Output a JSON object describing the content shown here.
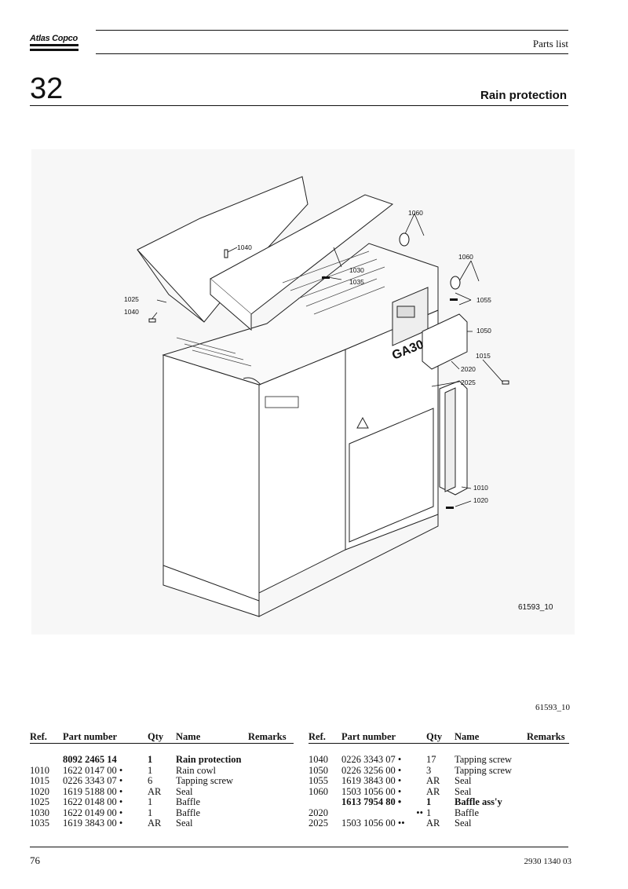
{
  "header": {
    "brand": "Atlas Copco",
    "doc_label": "Parts list",
    "chapter_number": "32",
    "chapter_title": "Rain protection"
  },
  "figure": {
    "inner_ref": "61593_10",
    "callouts": [
      "1060",
      "1060",
      "1040",
      "1030",
      "1035",
      "1025",
      "1040",
      "1055",
      "1050",
      "1015",
      "2020",
      "2025",
      "1010",
      "1020"
    ],
    "caption_id": "61593_10"
  },
  "table": {
    "headers": [
      "Ref.",
      "Part number",
      "Qty",
      "Name",
      "Remarks"
    ],
    "left_rows": [
      {
        "ref": "",
        "part": "8092 2465 14",
        "qty": "1",
        "name": "Rain protection",
        "remarks": "",
        "bold": true
      },
      {
        "ref": "1010",
        "part": "1622 0147 00 •",
        "qty": "1",
        "name": "Rain cowl",
        "remarks": ""
      },
      {
        "ref": "1015",
        "part": "0226 3343 07 •",
        "qty": "6",
        "name": "Tapping screw",
        "remarks": ""
      },
      {
        "ref": "1020",
        "part": "1619 5188 00 •",
        "qty": "AR",
        "name": "Seal",
        "remarks": ""
      },
      {
        "ref": "1025",
        "part": "1622 0148 00 •",
        "qty": "1",
        "name": "Baffle",
        "remarks": ""
      },
      {
        "ref": "1030",
        "part": "1622 0149 00 •",
        "qty": "1",
        "name": "Baffle",
        "remarks": ""
      },
      {
        "ref": "1035",
        "part": "1619 3843 00 •",
        "qty": "AR",
        "name": "Seal",
        "remarks": ""
      }
    ],
    "right_rows": [
      {
        "ref": "1040",
        "part": "0226 3343 07 •",
        "qty": "17",
        "name": "Tapping screw",
        "remarks": ""
      },
      {
        "ref": "1050",
        "part": "0226 3256 00 •",
        "qty": "3",
        "name": "Tapping screw",
        "remarks": ""
      },
      {
        "ref": "1055",
        "part": "1619 3843 00 •",
        "qty": "AR",
        "name": "Seal",
        "remarks": ""
      },
      {
        "ref": "1060",
        "part": "1503 1056 00 •",
        "qty": "AR",
        "name": "Seal",
        "remarks": ""
      },
      {
        "ref": "",
        "part": "1613 7954 80 •",
        "qty": "1",
        "name": "Baffle ass'y",
        "remarks": "",
        "bold": true
      },
      {
        "ref": "2020",
        "part": "••",
        "qty": "1",
        "name": "Baffle",
        "remarks": ""
      },
      {
        "ref": "2025",
        "part": "1503 1056 00 ••",
        "qty": "AR",
        "name": "Seal",
        "remarks": ""
      }
    ]
  },
  "footer": {
    "page_number": "76",
    "doc_number": "2930 1340 03"
  }
}
